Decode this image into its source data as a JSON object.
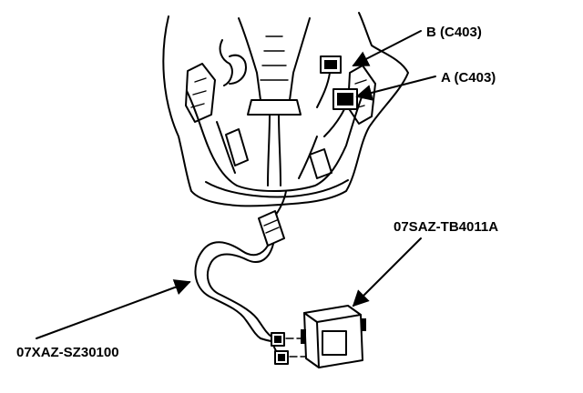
{
  "labels": {
    "connector_b": "B (C403)",
    "connector_a": "A (C403)",
    "tool_unit": "07SAZ-TB4011A",
    "tool_harness": "07XAZ-SZ30100"
  }
}
